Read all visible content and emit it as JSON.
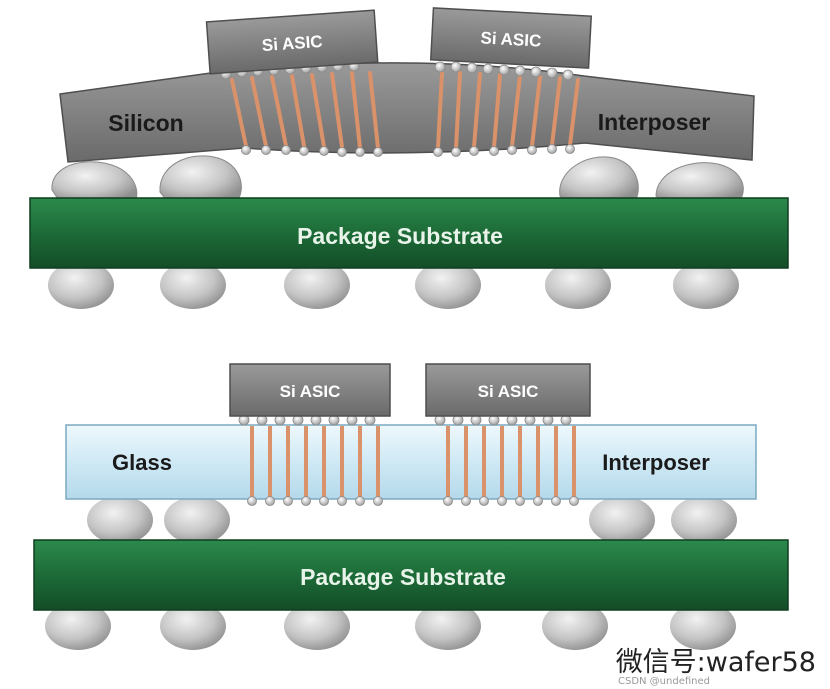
{
  "top": {
    "asic_left_label": "Si ASIC",
    "asic_right_label": "Si ASIC",
    "interposer_left_label": "Silicon",
    "interposer_right_label": "Interposer",
    "substrate_label": "Package Substrate"
  },
  "bottom": {
    "asic_left_label": "Si ASIC",
    "asic_right_label": "Si ASIC",
    "interposer_left_label": "Glass",
    "interposer_right_label": "Interposer",
    "substrate_label": "Package Substrate"
  },
  "watermark": "微信号:wafer58",
  "csdn_mark": "CSDN @undefined",
  "colors": {
    "substrate": "#1d6b38",
    "chip_gray": "#7d7d7d",
    "glass": "#d6eef8",
    "tsv_copper": "#d9926a",
    "bump_gray": "#bdbdbd"
  }
}
